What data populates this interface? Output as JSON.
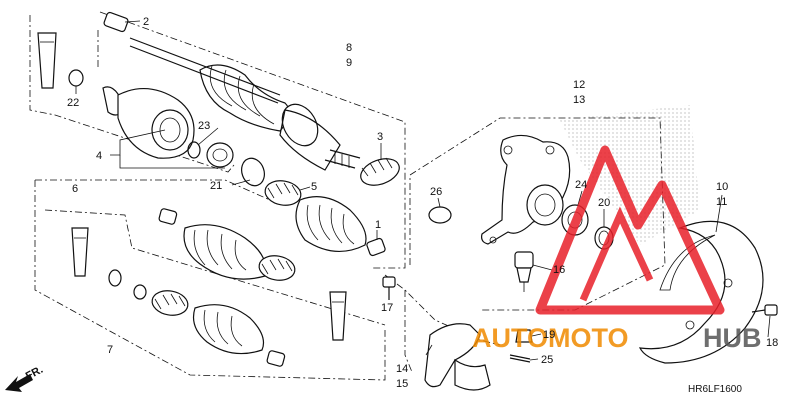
{
  "diagram": {
    "code": "HR6LF1600",
    "direction_label": "FR.",
    "watermark": {
      "word_a": "AUTOMOTO",
      "word_b": "HUB",
      "color_a": "#f08a00",
      "color_b": "#555555",
      "triangle_color": "#e8202a"
    },
    "callouts": {
      "c1": "1",
      "c2": "2",
      "c3": "3",
      "c4": "4",
      "c5": "5",
      "c6": "6",
      "c7": "7",
      "c8": "8",
      "c9": "9",
      "c10": "10",
      "c11": "11",
      "c12": "12",
      "c13": "13",
      "c14": "14",
      "c15": "15",
      "c16": "16",
      "c17": "17",
      "c18": "18",
      "c19": "19",
      "c20": "20",
      "c21": "21",
      "c22": "22",
      "c23": "23",
      "c24": "24",
      "c25": "25",
      "c26": "26"
    }
  }
}
